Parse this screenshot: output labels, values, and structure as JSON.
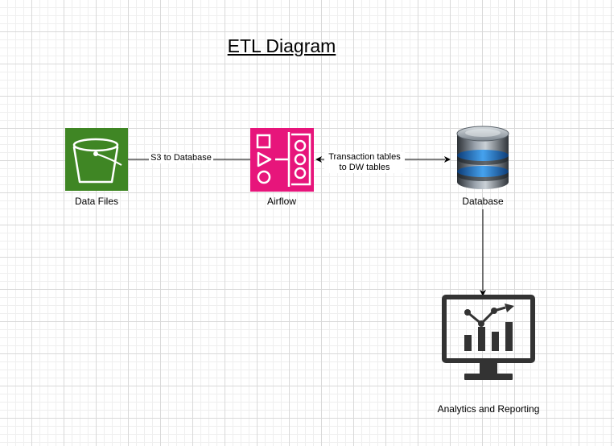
{
  "diagram": {
    "title": "ETL Diagram",
    "nodes": {
      "data_files": {
        "label": "Data Files",
        "icon": "s3-bucket-icon",
        "color": "#3f8624"
      },
      "airflow": {
        "label": "Airflow",
        "icon": "airflow-icon",
        "color": "#e7157b"
      },
      "database": {
        "label": "Database",
        "icon": "database-icon"
      },
      "analytics": {
        "label": "Analytics and Reporting",
        "icon": "analytics-monitor-icon"
      }
    },
    "edges": {
      "files_to_airflow": {
        "from": "Data Files",
        "to": "Airflow",
        "label": "S3 to Database",
        "arrows": "none"
      },
      "airflow_database": {
        "from": "Airflow",
        "to": "Database",
        "label_line1": "Transaction tables",
        "label_line2": "to DW tables",
        "arrows": "both"
      },
      "database_analytics": {
        "from": "Database",
        "to": "Analytics and Reporting",
        "label": "",
        "arrows": "end"
      }
    }
  }
}
